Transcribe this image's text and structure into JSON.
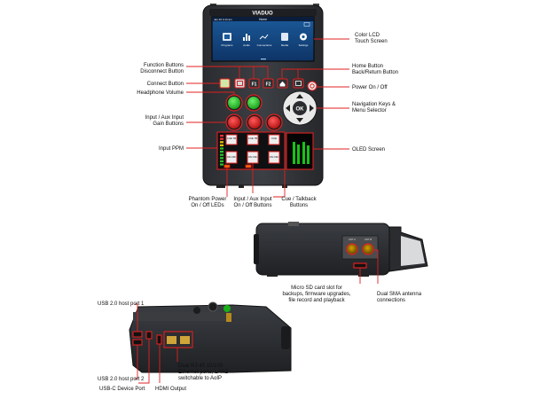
{
  "device": {
    "brand": "VIADUO",
    "screen": {
      "status_time": "Jan 20 4:13 am",
      "title": "Home",
      "apps": [
        "Programs",
        "Audio",
        "Connections",
        "Media",
        "Settings"
      ]
    },
    "buttons": {
      "f1": "F1",
      "f2": "F2",
      "ok": "OK"
    },
    "ppm_labels": [
      "CUE TB",
      "CUE TB",
      "CUE"
    ],
    "onoff_labels": [
      "ON OFF",
      "ON OFF",
      "ON OFF"
    ],
    "side_ant_labels": [
      "ANT A",
      "ANT B"
    ]
  },
  "callouts": {
    "color_lcd": "Color LCD\nTouch Screen",
    "function_buttons": "Function Buttons\nDisconnect Button",
    "connect_button": "Connect Button",
    "headphone_volume": "Headphone Volume",
    "input_gain": "Input / Aux Input\nGain Buttons",
    "input_ppm": "Input PPM",
    "home_button": "Home Button\nBack/Return Button",
    "power": "Power On / Off",
    "nav_keys": "Navigation Keys &\nMenu Selector",
    "oled": "OLED Screen",
    "phantom": "Phantom Power\nOn / Off LEDs",
    "onoff_buttons": "Input / Aux Input\nOn / Off Buttons",
    "cue_talkback": "Cue / Talkback\nButtons",
    "micro_sd": "Micro SD card slot for\nbackups, firmware upgrades,\nfile record and playback",
    "sma": "Dual SMA antenna\nconnections",
    "usb_host_1": "USB 2.0 host port 1",
    "usb_host_2": "USB 2.0 host port 2",
    "usb_c": "USB-C Device Port",
    "hdmi": "HDMI Output",
    "rj45": "Dual RJ-45 10/100\nEthernet ports; LAN2\nswitchable to AoIP"
  }
}
